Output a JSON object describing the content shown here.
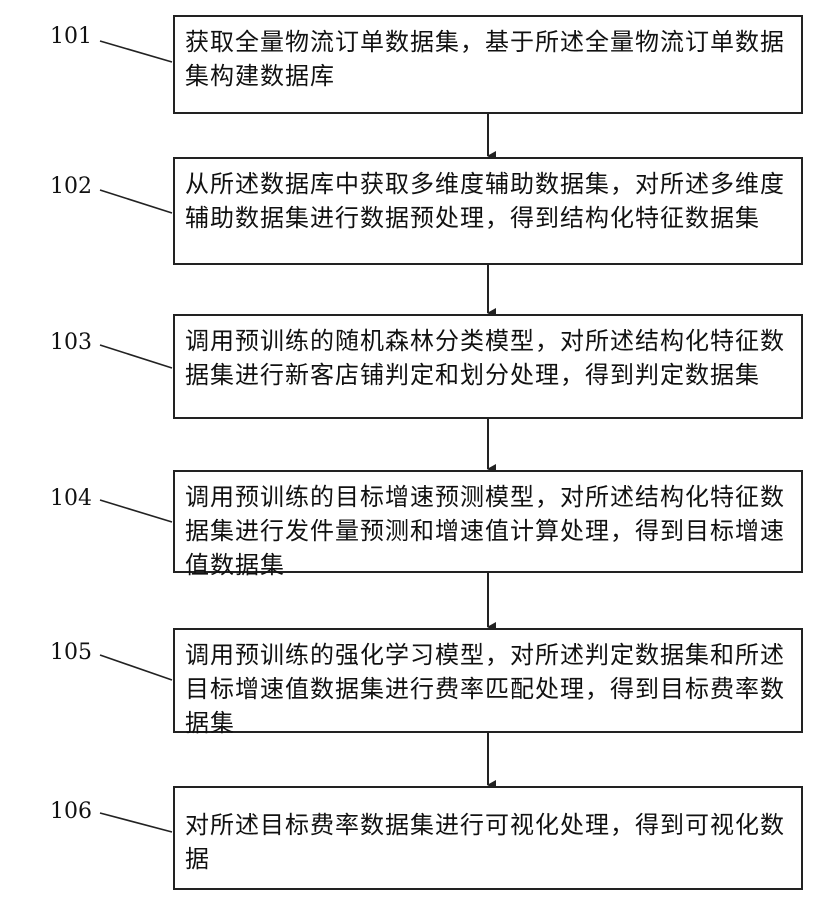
{
  "steps": [
    {
      "id": "101",
      "text": "获取全量物流订单数据集，基于所述全量物流订单数据集构建数据库"
    },
    {
      "id": "102",
      "text": "从所述数据库中获取多维度辅助数据集，对所述多维度辅助数据集进行数据预处理，得到结构化特征数据集"
    },
    {
      "id": "103",
      "text": "调用预训练的随机森林分类模型，对所述结构化特征数据集进行新客店铺判定和划分处理，得到判定数据集"
    },
    {
      "id": "104",
      "text": "调用预训练的目标增速预测模型，对所述结构化特征数据集进行发件量预测和增速值计算处理，得到目标增速值数据集"
    },
    {
      "id": "105",
      "text": "调用预训练的强化学习模型，对所述判定数据集和所述目标增速值数据集进行费率匹配处理，得到目标费率数据集"
    },
    {
      "id": "106",
      "text": "对所述目标费率数据集进行可视化处理，得到可视化数据"
    }
  ]
}
